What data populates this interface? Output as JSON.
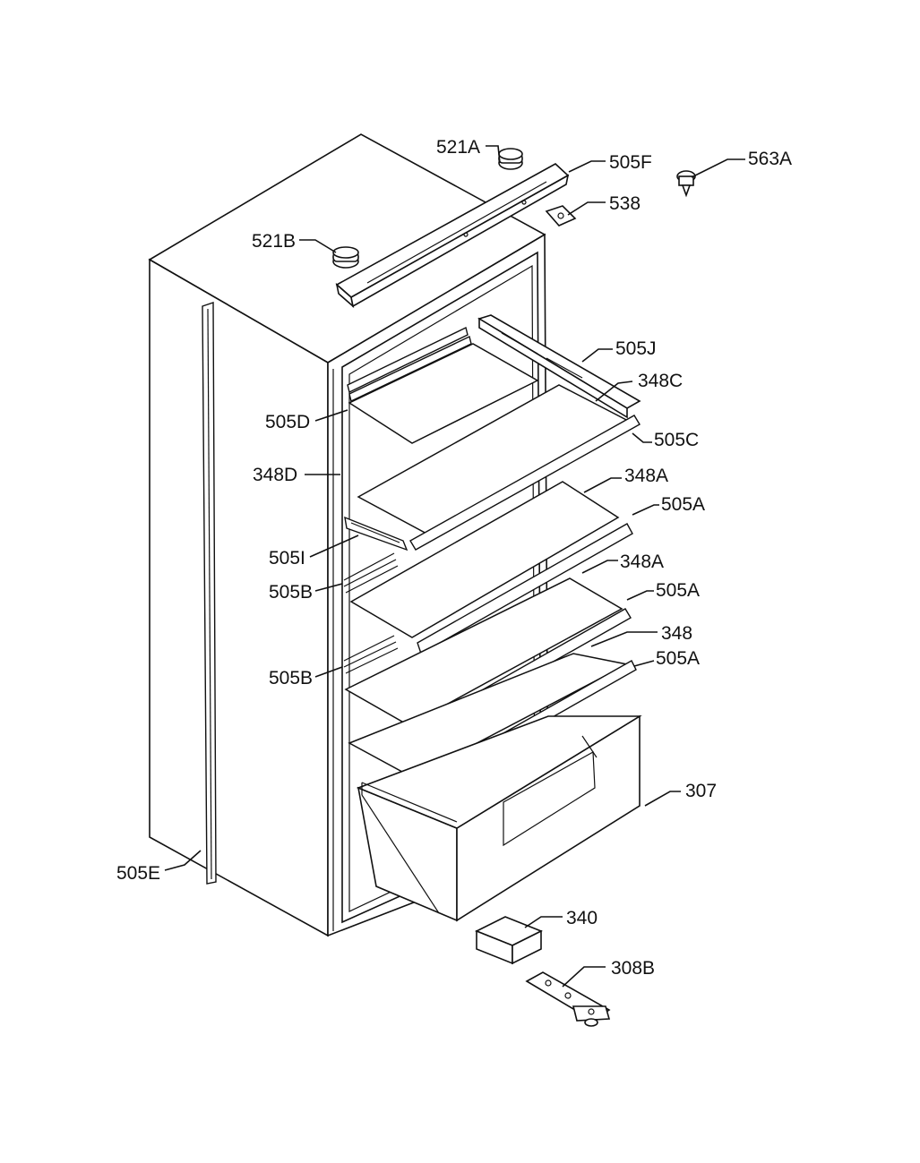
{
  "labels": {
    "l521A": "521A",
    "l505F": "505F",
    "l563A": "563A",
    "l538": "538",
    "l521B": "521B",
    "l505J": "505J",
    "l348C": "348C",
    "l505D": "505D",
    "l505C": "505C",
    "l348D": "348D",
    "l348A_1": "348A",
    "l505A_1": "505A",
    "l505I": "505I",
    "l348A_2": "348A",
    "l505B_1": "505B",
    "l505A_2": "505A",
    "l348": "348",
    "l505A_3": "505A",
    "l505B_2": "505B",
    "l307": "307",
    "l505E": "505E",
    "l340": "340",
    "l308B": "308B"
  }
}
